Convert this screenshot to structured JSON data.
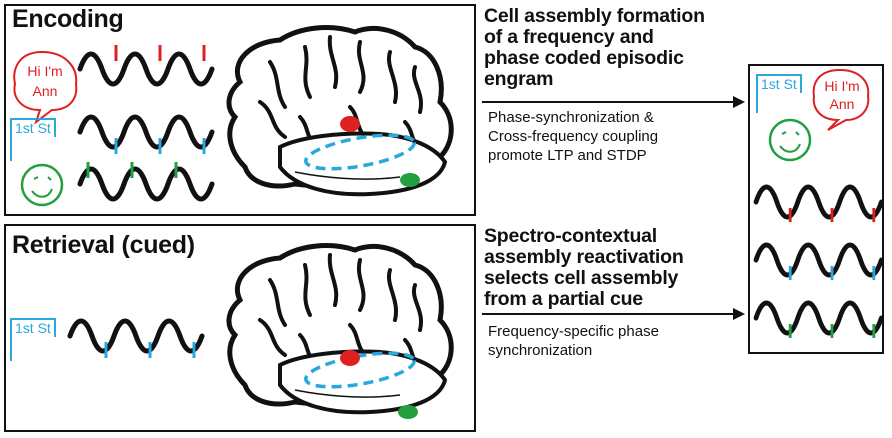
{
  "encoding": {
    "title": "Encoding"
  },
  "retrieval": {
    "title": "Retrieval (cued)"
  },
  "formation": {
    "heading": [
      "Cell assembly formation",
      "of a frequency and",
      "phase coded episodic",
      "engram"
    ],
    "sub": [
      "Phase-synchronization &",
      "Cross-frequency coupling",
      "promote LTP and STDP"
    ]
  },
  "reactivation": {
    "heading": [
      "Spectro-contextual",
      "assembly reactivation",
      "selects cell assembly",
      "from a partial cue"
    ],
    "sub": [
      "Frequency-specific phase",
      "synchronization"
    ]
  },
  "cues": {
    "speech": [
      "Hi I'm",
      "Ann"
    ],
    "street": "1st St"
  },
  "colors": {
    "red": "#e02020",
    "blue": "#2aa7dc",
    "green": "#22a040",
    "ink": "#111111"
  }
}
